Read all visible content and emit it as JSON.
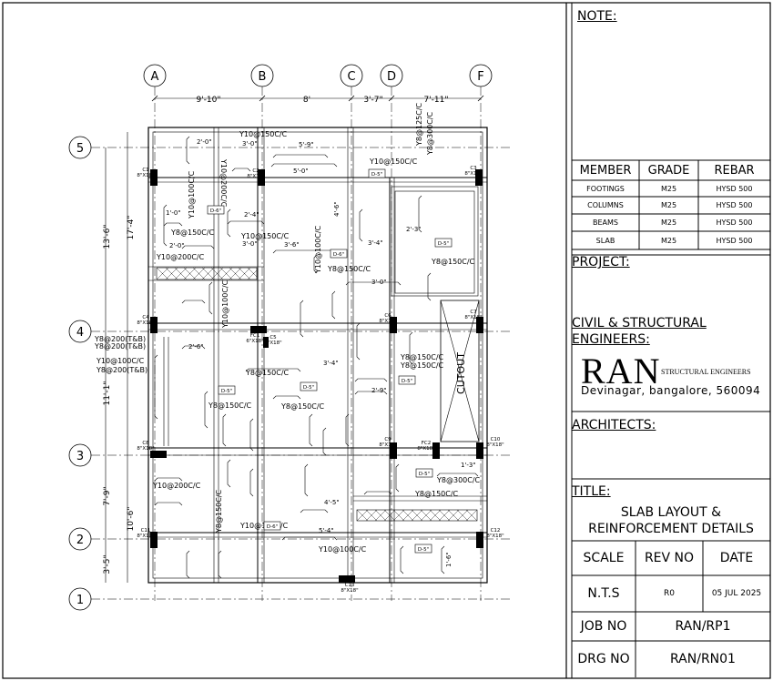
{
  "grid": {
    "columns": [
      "A",
      "B",
      "C",
      "D",
      "F"
    ],
    "rows": [
      "5",
      "4",
      "3",
      "2",
      "1"
    ],
    "top_dims": [
      "9'-10\"",
      "8'",
      "3'-7\"",
      "7'-11\""
    ],
    "left_dims": [
      "13'-6\"",
      "17'-4\"",
      "11'-1\"",
      "7'-9\"",
      "10'-6\"",
      "3'-5\""
    ]
  },
  "columns_labels": [
    {
      "id": "C1",
      "size": "8\"X18\""
    },
    {
      "id": "C2",
      "size": "8\"X18\""
    },
    {
      "id": "C3",
      "size": "8\"X18\""
    },
    {
      "id": "C4",
      "size": "8\"X18\""
    },
    {
      "id": "C5",
      "size": "8\"X18\""
    },
    {
      "id": "C6",
      "size": "8\"X18\""
    },
    {
      "id": "C7",
      "size": "8\"X18\""
    },
    {
      "id": "C8",
      "size": "8\"X18\""
    },
    {
      "id": "C9",
      "size": "8\"X18\""
    },
    {
      "id": "C10",
      "size": "8\"X18\""
    },
    {
      "id": "C11",
      "size": "8\"X18\""
    },
    {
      "id": "C12",
      "size": "8\"X18\""
    },
    {
      "id": "C13",
      "size": "8\"X18\""
    },
    {
      "id": "FC1",
      "size": "6\"X18\""
    },
    {
      "id": "FC2",
      "size": "8\"X18\""
    }
  ],
  "rebar_notes": [
    "Y10@200C/C",
    "Y10@150C/C",
    "Y10@100C/C",
    "Y8@150C/C",
    "Y8@125C/C",
    "Y8@300C/C",
    "Y8@200(T&B)",
    "Y10@100C/C",
    "Y8@150C/C",
    "Y10@150C/C",
    "Y10@200C/C",
    "Y10@100C/C",
    "Y8@150C/C",
    "Y8@150C/C"
  ],
  "slab_tags": [
    "D-6\"",
    "D-5\"",
    "D-6\"",
    "D-5\"",
    "D-5\"",
    "D-5\"",
    "D-6\"",
    "D-5\"",
    "D-5\"",
    "D-5\""
  ],
  "dims_inside": [
    "2'-0\"",
    "3'-0\"",
    "5'-9\"",
    "5'-0\"",
    "1'-0\"",
    "2'-4\"",
    "3'-0\"",
    "3'-6\"",
    "4'-6\"",
    "2'-3\"",
    "3'-4\"",
    "3'-0\"",
    "2'-0\"",
    "2'-6\"",
    "3'-4\"",
    "2'-9\"",
    "4'-5\"",
    "5'-4\"",
    "1'-3\"",
    "1'-6\""
  ],
  "cutout": "CUTOUT",
  "title_block": {
    "note_label": "NOTE:",
    "table": {
      "headers": [
        "MEMBER",
        "GRADE",
        "REBAR"
      ],
      "rows": [
        [
          "FOOTINGS",
          "M25",
          "HYSD 500"
        ],
        [
          "COLUMNS",
          "M25",
          "HYSD 500"
        ],
        [
          "BEAMS",
          "M25",
          "HYSD 500"
        ],
        [
          "SLAB",
          "M25",
          "HYSD 500"
        ]
      ]
    },
    "project_label": "PROJECT:",
    "engineers_label": "CIVIL & STRUCTURAL ENGINEERS:",
    "firm": "RAN",
    "firm_sub": "STRUCTURAL ENGINEERS",
    "address": "Devinagar, bangalore, 560094",
    "architects_label": "ARCHITECTS:",
    "title_label": "TITLE:",
    "title_line1": "SLAB LAYOUT &",
    "title_line2": "REINFORCEMENT DETAILS",
    "scale_label": "SCALE",
    "rev_label": "REV NO",
    "date_label": "DATE",
    "scale_value": "N.T.S",
    "rev_value": "R0",
    "date_value": "05 JUL 2025",
    "job_label": "JOB NO",
    "job_value": "RAN/RP1",
    "drg_label": "DRG NO",
    "drg_value": "RAN/RN01"
  }
}
